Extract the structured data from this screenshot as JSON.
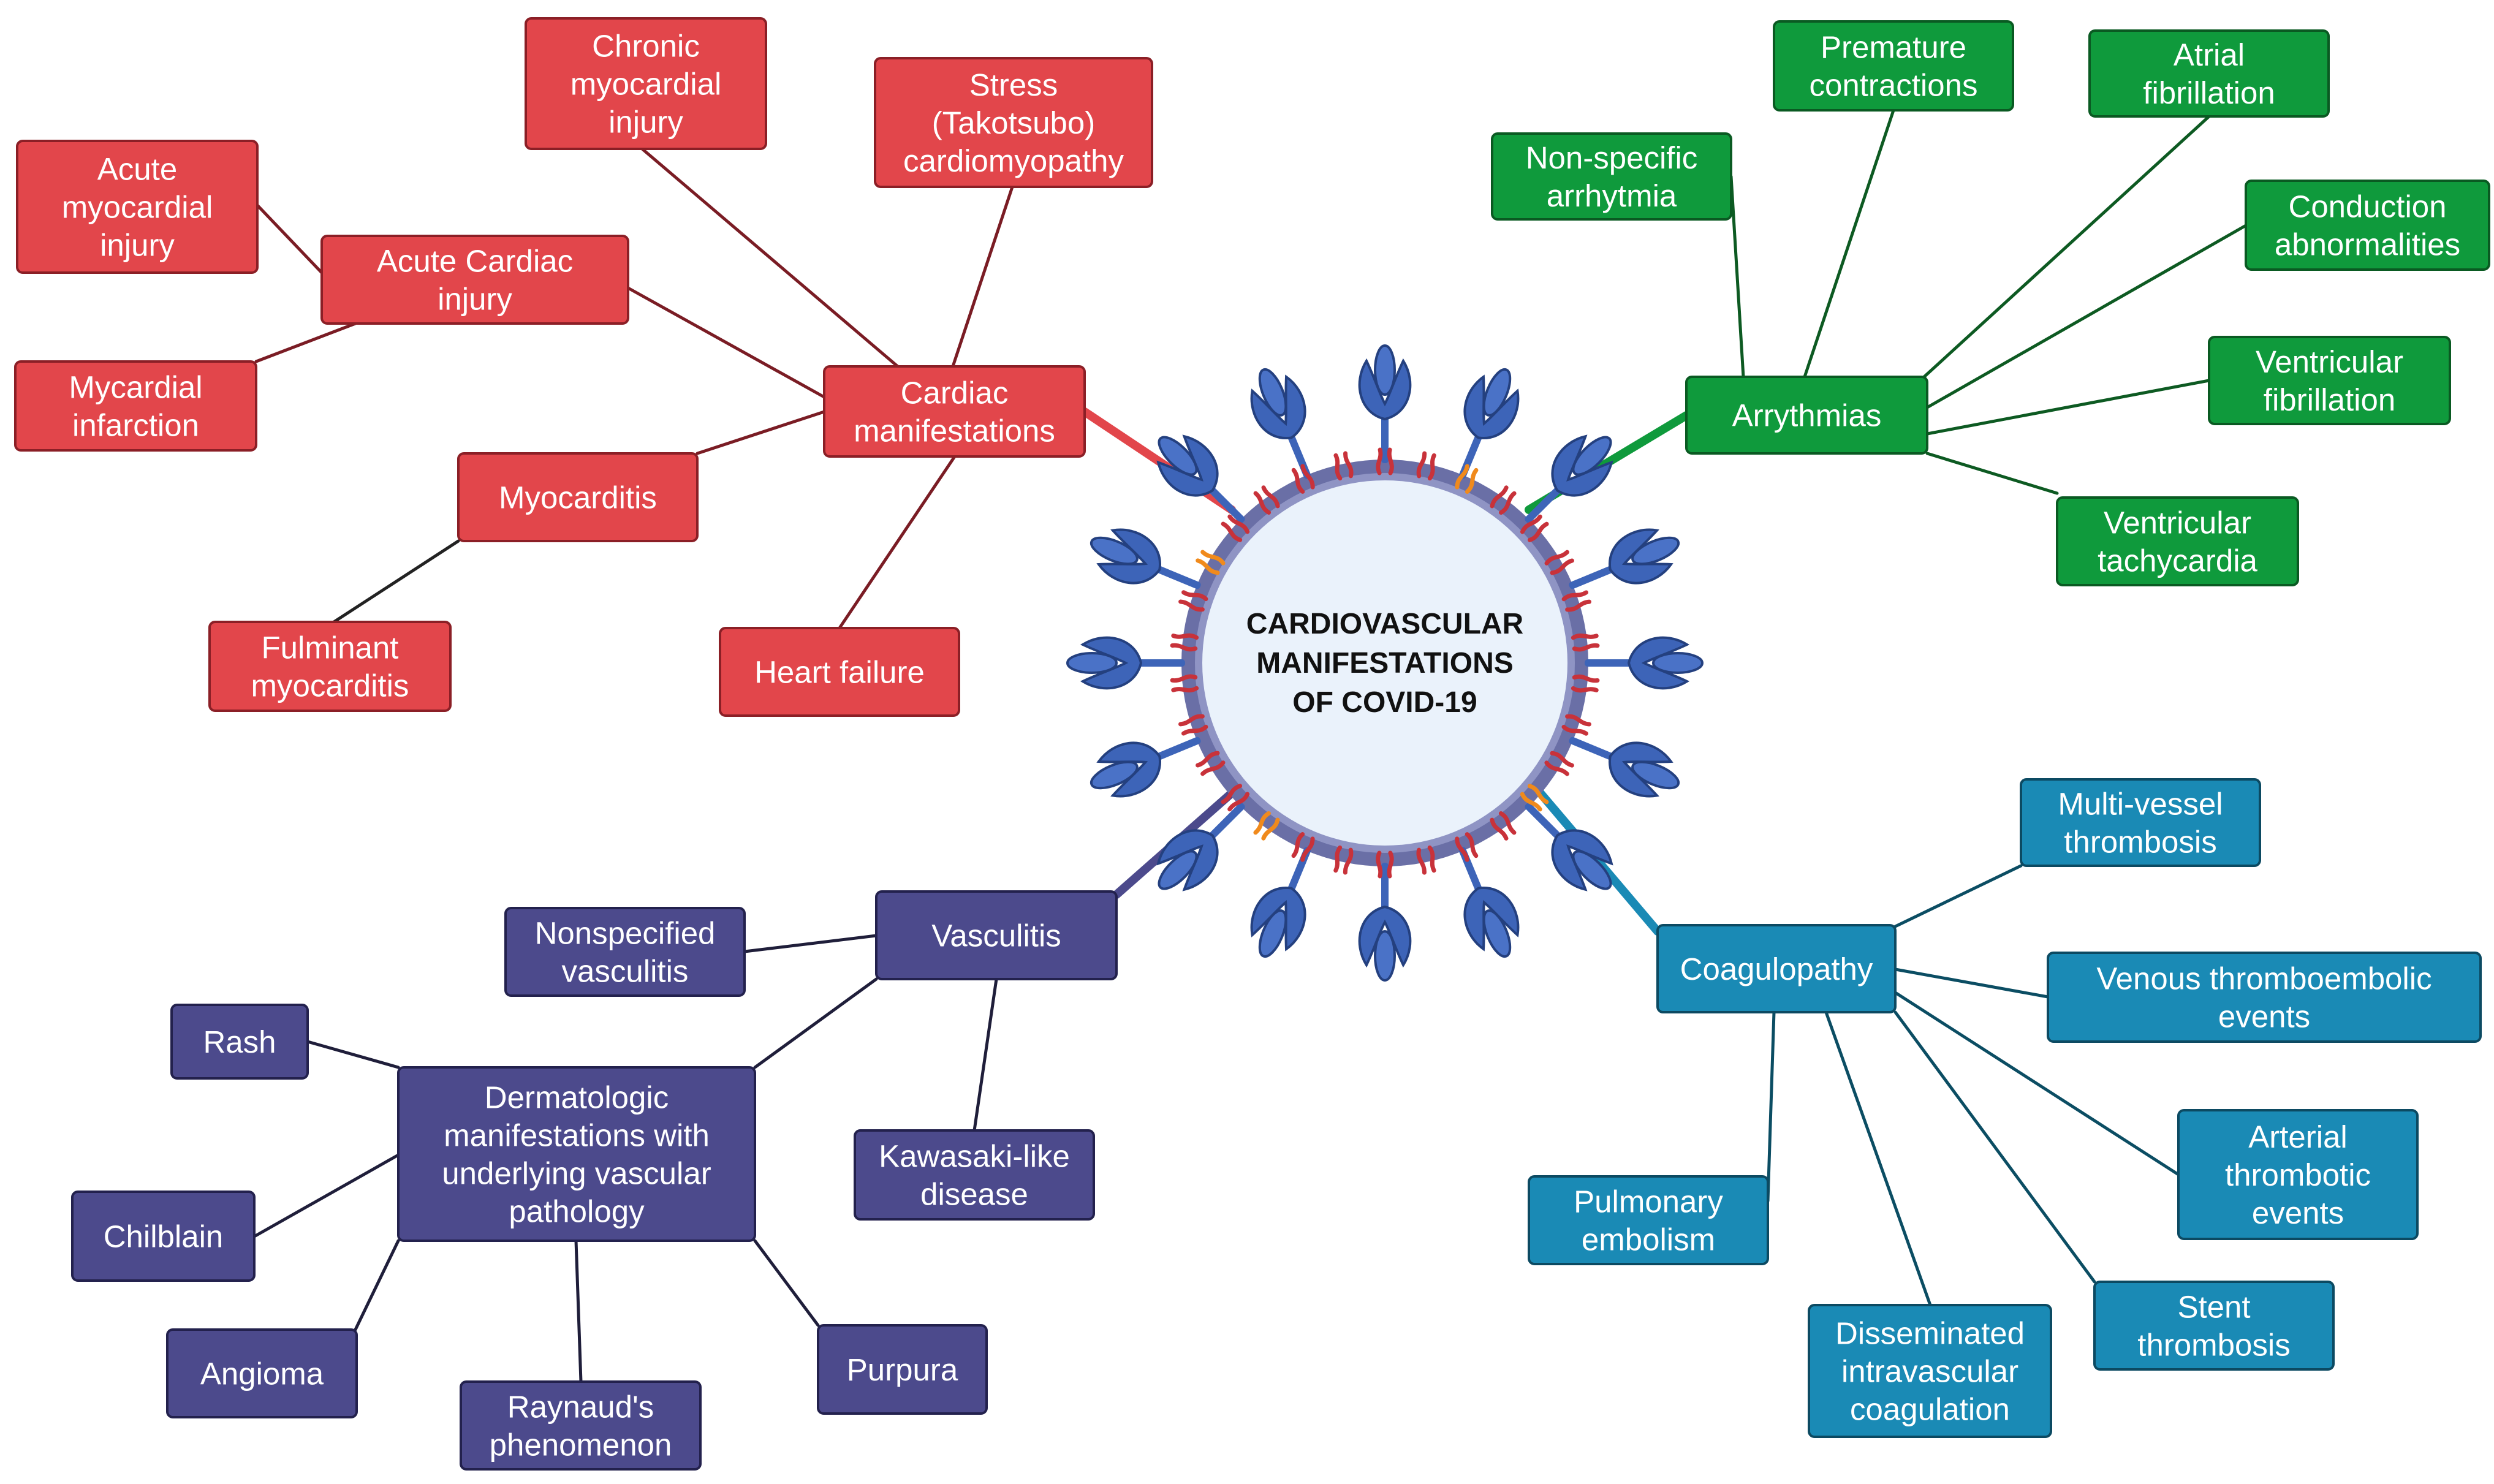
{
  "center": {
    "lines": [
      "CARDIOVASCULAR",
      "MANIFESTATIONS",
      "OF COVID-19"
    ]
  },
  "colors": {
    "cardiac": "#e2464b",
    "cardiac_line": "#7a1c24",
    "arrhythmia": "#0f9a3c",
    "arrhythmia_line": "#0d5a22",
    "coagulopathy": "#1a8ab5",
    "coagulopathy_line": "#0b4d63",
    "vasculitis": "#4c4a8c",
    "vasculitis_line": "#1f1e3a",
    "virus_spike": "#3d64b8",
    "virus_membrane": "#6a6fa6",
    "virus_inner": "#eaf2fb",
    "receptor": "#c8323a"
  },
  "nodes": {
    "cardiac": {
      "lines": [
        "Cardiac",
        "manifestations"
      ]
    },
    "acute_cardiac_injury": {
      "lines": [
        "Acute Cardiac",
        "injury"
      ]
    },
    "acute_myocardial_injury": {
      "lines": [
        "Acute",
        "myocardial",
        "injury"
      ]
    },
    "mycardial_infarction": {
      "lines": [
        "Mycardial",
        "infarction"
      ]
    },
    "chronic_myocardial_injury": {
      "lines": [
        "Chronic",
        "myocardial",
        "injury"
      ]
    },
    "stress_cardiomyopathy": {
      "lines": [
        "Stress",
        "(Takotsubo)",
        "cardiomyopathy"
      ]
    },
    "myocarditis": {
      "lines": [
        "Myocarditis"
      ]
    },
    "fulminant_myocarditis": {
      "lines": [
        "Fulminant",
        "myocarditis"
      ]
    },
    "heart_failure": {
      "lines": [
        "Heart failure"
      ]
    },
    "arrythmias": {
      "lines": [
        "Arrythmias"
      ]
    },
    "nonspecific_arrhytmia": {
      "lines": [
        "Non-specific",
        "arrhytmia"
      ]
    },
    "premature_contractions": {
      "lines": [
        "Premature",
        "contractions"
      ]
    },
    "atrial_fibrillation": {
      "lines": [
        "Atrial",
        "fibrillation"
      ]
    },
    "conduction_abnormalities": {
      "lines": [
        "Conduction",
        "abnormalities"
      ]
    },
    "ventricular_fibrillation": {
      "lines": [
        "Ventricular",
        "fibrillation"
      ]
    },
    "ventricular_tachycardia": {
      "lines": [
        "Ventricular",
        "tachycardia"
      ]
    },
    "coagulopathy": {
      "lines": [
        "Coagulopathy"
      ]
    },
    "multivessel_thrombosis": {
      "lines": [
        "Multi-vessel",
        "thrombosis"
      ]
    },
    "venous_thromboembolic": {
      "lines": [
        "Venous thromboembolic",
        "events"
      ]
    },
    "arterial_thrombotic": {
      "lines": [
        "Arterial",
        "thrombotic",
        "events"
      ]
    },
    "stent_thrombosis": {
      "lines": [
        "Stent",
        "thrombosis"
      ]
    },
    "dic": {
      "lines": [
        "Disseminated",
        "intravascular",
        "coagulation"
      ]
    },
    "pulmonary_embolism": {
      "lines": [
        "Pulmonary",
        "embolism"
      ]
    },
    "vasculitis": {
      "lines": [
        "Vasculitis"
      ]
    },
    "nonspecified_vasculitis": {
      "lines": [
        "Nonspecified",
        "vasculitis"
      ]
    },
    "kawasaki": {
      "lines": [
        "Kawasaki-like",
        "disease"
      ]
    },
    "dermatologic": {
      "lines": [
        "Dermatologic",
        "manifestations with",
        "underlying vascular",
        "pathology"
      ]
    },
    "rash": {
      "lines": [
        "Rash"
      ]
    },
    "chilblain": {
      "lines": [
        "Chilblain"
      ]
    },
    "angioma": {
      "lines": [
        "Angioma"
      ]
    },
    "raynaud": {
      "lines": [
        "Raynaud's",
        "phenomenon"
      ]
    },
    "purpura": {
      "lines": [
        "Purpura"
      ]
    }
  }
}
